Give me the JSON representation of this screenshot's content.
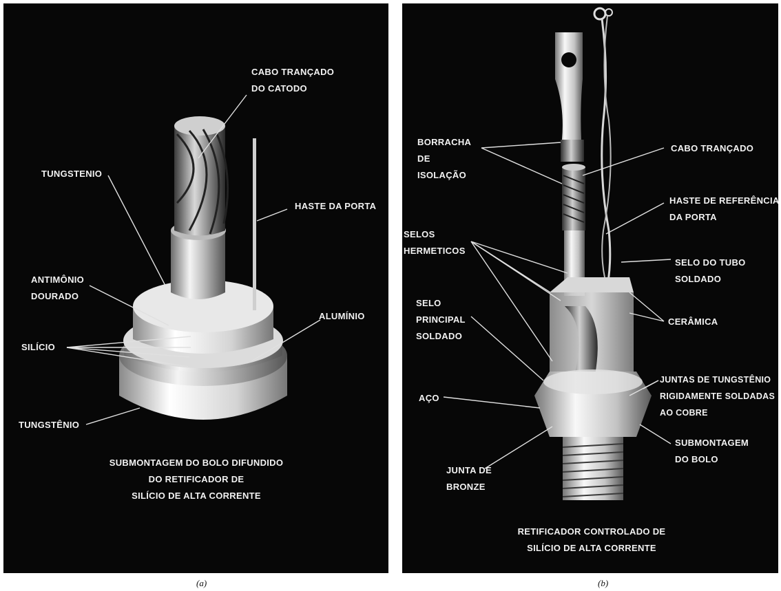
{
  "panel_a": {
    "labels": {
      "cabo_trancado_catodo": "CABO TRANÇADO\nDO CATODO",
      "tungstenio_top": "TUNGSTENIO",
      "haste_porta": "HASTE DA PORTA",
      "antimonio": "ANTIMÔNIO\nDOURADO",
      "aluminio": "ALUMÍNIO",
      "silicio": "SILÍCIO",
      "tungstenio_bottom": "TUNGSTÊNIO"
    },
    "title": "SUBMONTAGEM DO BOLO DIFUNDIDO\nDO RETIFICADOR DE\nSILÍCIO DE ALTA CORRENTE",
    "caption": "(a)"
  },
  "panel_b": {
    "labels": {
      "borracha": "BORRACHA\nDE\nISOLAÇÃO",
      "cabo_trancado": "CABO TRANÇADO",
      "haste_referencia": "HASTE DE REFERÊNCIA\nDA PORTA",
      "selos_hermeticos": "SELOS\nHERMETICOS",
      "selo_tubo": "SELO DO TUBO\nSOLDADO",
      "selo_principal": "SELO\nPRINCIPAL\nSOLDADO",
      "ceramica": "CERÂMICA",
      "juntas_tungstenio": "JUNTAS DE TUNGSTÊNIO\nRIGIDAMENTE SOLDADAS\nAO COBRE",
      "aco": "AÇO",
      "submontagem_bolo": "SUBMONTAGEM\nDO BOLO",
      "junta_bronze": "JUNTA DE\nBRONZE"
    },
    "title": "RETIFICADOR CONTROLADO DE\nSILÍCIO DE ALTA CORRENTE",
    "caption": "(b)"
  }
}
